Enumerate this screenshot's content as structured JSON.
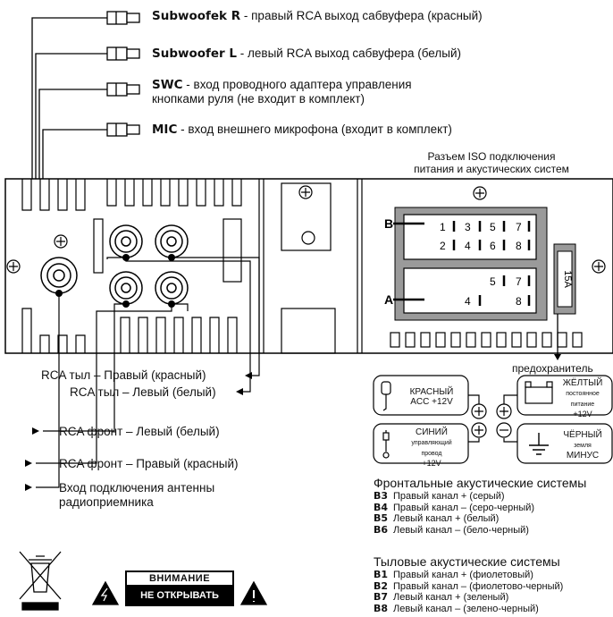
{
  "top_outputs": [
    {
      "code": "Subwoofek R",
      "desc": " - правый RCA выход сабвуфера (красный)"
    },
    {
      "code": "Subwoofer L",
      "desc": " - левый RCA выход сабвуфера (белый)"
    },
    {
      "code": "SWC",
      "desc": " - вход проводного адаптера управления",
      "desc2": "кнопками руля (не входит в комплект)"
    },
    {
      "code": "MIC",
      "desc": " - вход внешнего микрофона (входит в комплект)"
    }
  ],
  "iso": {
    "title1": "Разъем ISO подключения",
    "title2": "питания и акустических систем",
    "block_b": "B",
    "block_a": "A",
    "pins_b": [
      "1",
      "3",
      "5",
      "7",
      "2",
      "4",
      "6",
      "8"
    ],
    "pins_a": [
      "5",
      "7",
      "4",
      "8"
    ],
    "fuse": "15A",
    "fuse_label": "предохранитель"
  },
  "rca_labels": [
    "RCA тыл – Правый (красный)",
    "RCA тыл – Левый (белый)",
    "RCA фронт – Левый (белый)",
    "RCA фронт – Правый (красный)",
    "Вход подключения антенны",
    "радиоприемника"
  ],
  "power": {
    "red_title": "КРАСНЫЙ",
    "red_sub": "ACC +12V",
    "yellow_title": "ЖЁЛТЫЙ",
    "yellow_sub1": "постоянное",
    "yellow_sub2": "питание",
    "yellow_sub3": "+12V",
    "blue_title": "СИНИЙ",
    "blue_sub1": "управляющий",
    "blue_sub2": "провод",
    "blue_sub3": "+12V",
    "black_title": "ЧЁРНЫЙ",
    "black_sub1": "земля",
    "black_sub2": "МИНУС"
  },
  "front": {
    "title": "Фронтальные акустические системы",
    "rows": [
      {
        "code": "B3",
        "text": "Правый канал + (серый)"
      },
      {
        "code": "B4",
        "text": "Правый канал – (серо-черный)"
      },
      {
        "code": "B5",
        "text": "Левый канал + (белый)"
      },
      {
        "code": "B6",
        "text": "Левый канал – (бело-черный)"
      }
    ]
  },
  "rear": {
    "title": "Тыловые акустические системы",
    "rows": [
      {
        "code": "B1",
        "text": "Правый канал + (фиолетовый)"
      },
      {
        "code": "B2",
        "text": "Правый канал – (фиолетово-черный)"
      },
      {
        "code": "B7",
        "text": "Левый канал + (зеленый)"
      },
      {
        "code": "B8",
        "text": "Левый канал – (зелено-черный)"
      }
    ]
  },
  "warning": {
    "line1": "ВНИМАНИЕ",
    "line2": "НЕ ОТКРЫВАТЬ"
  }
}
